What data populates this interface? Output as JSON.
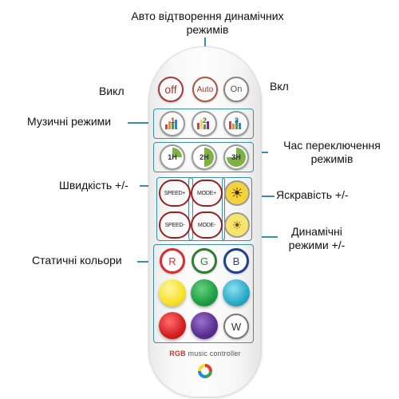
{
  "labels": {
    "auto_title_line1": "Авто відтворення динамічних",
    "auto_title_line2": "режимів",
    "off": "Викл",
    "on": "Вкл",
    "music_modes": "Музичні режими",
    "switch_time_line1": "Час переключення",
    "switch_time_line2": "режимів",
    "speed": "Швидкість +/-",
    "brightness": "Яскравість +/-",
    "dynamic_modes_line1": "Динамічні",
    "dynamic_modes_line2": "режими +/-",
    "static_colors": "Статичні кольори"
  },
  "remote": {
    "top_buttons": [
      "off",
      "Auto",
      "On"
    ],
    "music_buttons": [
      "1",
      "2",
      "3"
    ],
    "timer_buttons": [
      "1H",
      "2H",
      "3H"
    ],
    "speed_plus": "SPEED+",
    "speed_minus": "SPEED-",
    "mode_plus": "MODE+",
    "mode_minus": "MODE-",
    "color_letters": [
      "R",
      "G",
      "B"
    ],
    "white": "W",
    "brand_rgb": "RGB",
    "brand_rest": " music controller",
    "colors": {
      "R": "#d32f2f",
      "G": "#2e7d32",
      "B": "#1f3f8f",
      "yellow": "#f7e12a",
      "green": "#1f9e44",
      "cyan": "#29a9c8",
      "red": "#d41f1f",
      "purple": "#5a2e8f"
    },
    "accent": "#3a8fa6"
  }
}
